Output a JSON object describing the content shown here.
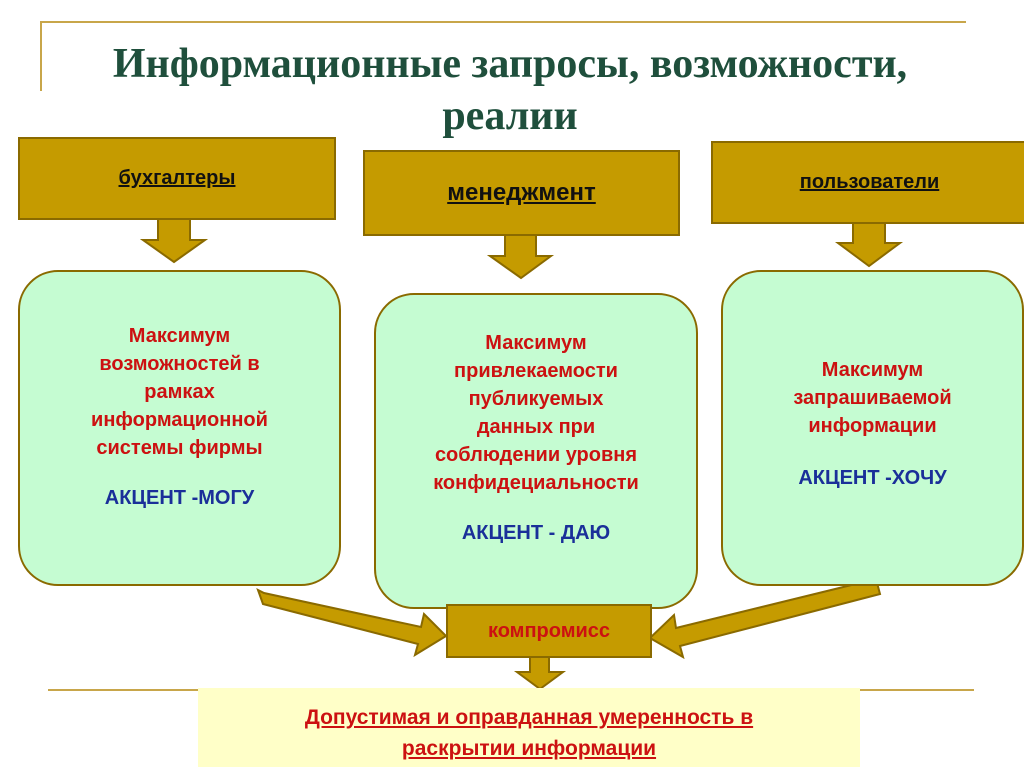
{
  "title": {
    "line1": "Информационные запросы, возможности,",
    "line2": "реалии"
  },
  "groups": [
    {
      "header": "бухгалтеры",
      "body": [
        "Максимум",
        "возможностей в",
        "рамках",
        "информационной",
        "системы фирмы"
      ],
      "accent": "АКЦЕНТ -МОГУ"
    },
    {
      "header": "менеджмент",
      "body": [
        "Максимум",
        "привлекаемости",
        "публикуемых",
        "данных при",
        "соблюдении уровня",
        "конфидециальности"
      ],
      "accent": "АКЦЕНТ - ДАЮ"
    },
    {
      "header": "пользователи",
      "body": [
        "Максимум",
        "запрашиваемой",
        "информации"
      ],
      "accent": "АКЦЕНТ -ХОЧУ"
    }
  ],
  "compromise": "компромисс",
  "result": {
    "line1": "Допустимая и оправданная умеренность в",
    "line2": "раскрытии информации"
  },
  "colors": {
    "header_fill": "#c59b00",
    "card_fill": "#c5fcd2",
    "result_fill": "#ffffc8",
    "title_text": "#1f4f3c",
    "body_text": "#cc1111",
    "accent_text": "#1a2f99"
  }
}
